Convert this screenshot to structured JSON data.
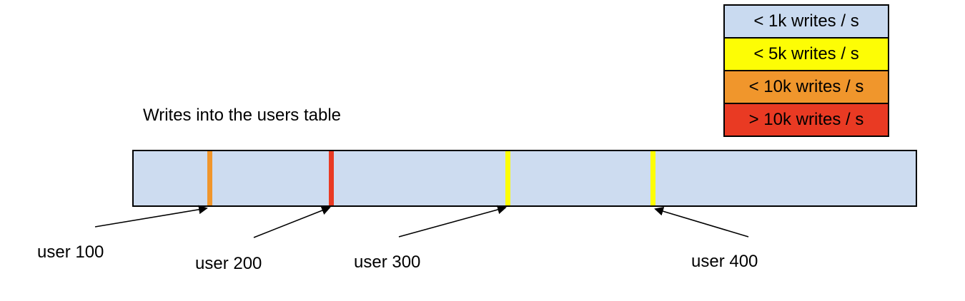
{
  "title": "Writes into the users table",
  "legend": {
    "items": [
      {
        "label": "< 1k writes / s",
        "color": "#c9daf0"
      },
      {
        "label": "< 5k writes / s",
        "color": "#fdfd05"
      },
      {
        "label": "< 10k writes / s",
        "color": "#f0962c"
      },
      {
        "label": "> 10k writes / s",
        "color": "#e93a23"
      }
    ]
  },
  "users_bar": {
    "fill": "#cddcf0",
    "border_color": "#000000",
    "stripes": [
      {
        "user": "user 100",
        "color": "#f0962c",
        "tier": "< 10k writes / s"
      },
      {
        "user": "user 200",
        "color": "#e93a23",
        "tier": "> 10k writes / s"
      },
      {
        "user": "user 300",
        "color": "#fdfd05",
        "tier": "< 5k writes / s"
      },
      {
        "user": "user 400",
        "color": "#fdfd05",
        "tier": "< 5k writes / s"
      }
    ]
  },
  "annotations": [
    {
      "text": "user 100"
    },
    {
      "text": "user 200"
    },
    {
      "text": "user 300"
    },
    {
      "text": "user 400"
    }
  ]
}
